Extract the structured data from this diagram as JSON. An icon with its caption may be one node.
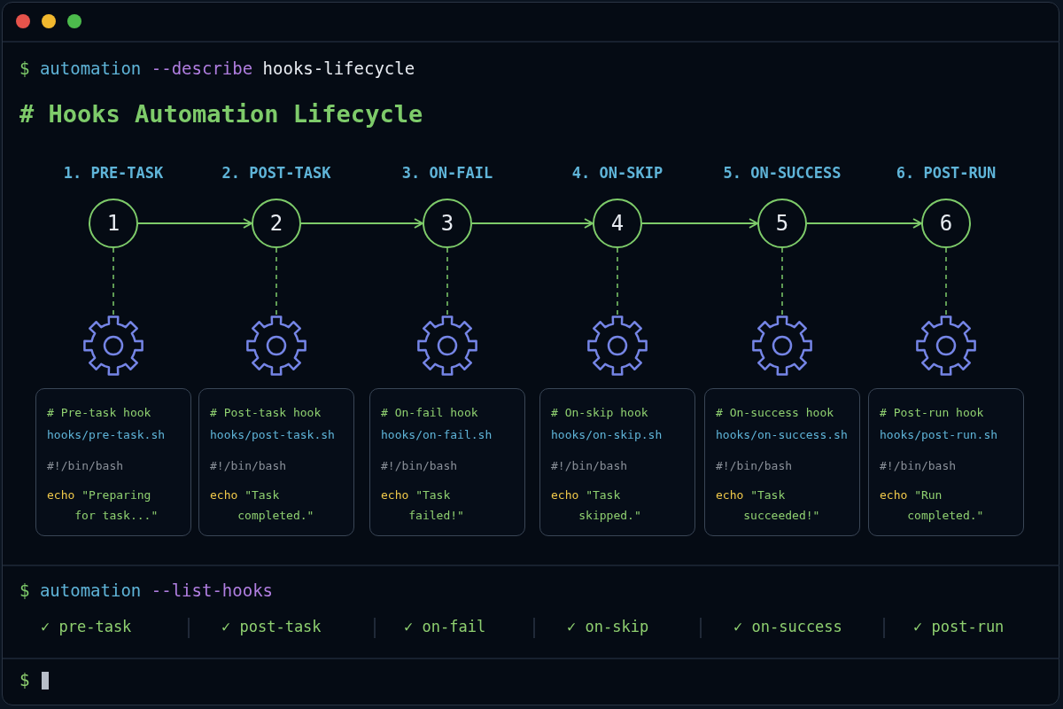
{
  "diagram": {
    "title": "# Hooks Automation Lifecycle",
    "nodes": [
      {
        "text": [
          "1"
        ],
        "beside": [
          "1. PRE-TASK"
        ]
      },
      {
        "text": [
          "2"
        ],
        "beside": [
          "2. POST-TASK"
        ]
      },
      {
        "text": [
          "3"
        ],
        "beside": [
          "3. ON-FAIL"
        ]
      },
      {
        "text": [
          "4"
        ],
        "beside": [
          "4. ON-SKIP"
        ]
      },
      {
        "text": [
          "5"
        ],
        "beside": [
          "5. ON-SUCCESS"
        ]
      },
      {
        "text": [
          "6"
        ],
        "beside": [
          "6. POST-RUN"
        ]
      },
      {
        "text": [],
        "shape": "gear"
      },
      {
        "text": [],
        "shape": "gear"
      },
      {
        "text": [],
        "shape": "gear"
      },
      {
        "text": [],
        "shape": "gear"
      },
      {
        "text": [],
        "shape": "gear"
      },
      {
        "text": [],
        "shape": "gear"
      },
      {
        "text": [
          "# Pre-task hook",
          "hooks/pre-task.sh",
          "#!/bin/bash",
          "echo \"Preparing for task...\""
        ]
      },
      {
        "text": [
          "# Post-task hook",
          "hooks/post-task.sh",
          "#!/bin/bash",
          "echo \"Task completed.\""
        ]
      },
      {
        "text": [
          "# On-fail hook",
          "hooks/on-fail.sh",
          "#!/bin/bash",
          "echo \"Task failed!\""
        ]
      },
      {
        "text": [
          "# On-skip hook",
          "hooks/on-skip.sh",
          "#!/bin/bash",
          "echo \"Task skipped.\""
        ]
      },
      {
        "text": [
          "# On-success hook",
          "hooks/on-success.sh",
          "#!/bin/bash",
          "echo \"Task succeeded!\""
        ]
      },
      {
        "text": [
          "# Post-run hook",
          "hooks/post-run.sh",
          "#!/bin/bash",
          "echo \"Run completed.\""
        ]
      }
    ],
    "edges": [
      {
        "from": 0,
        "to": 1,
        "arrow": "to"
      },
      {
        "from": 1,
        "to": 2,
        "arrow": "to"
      },
      {
        "from": 2,
        "to": 3,
        "arrow": "to"
      },
      {
        "from": 3,
        "to": 4,
        "arrow": "to"
      },
      {
        "from": 4,
        "to": 5,
        "arrow": "to"
      },
      {
        "from": 0,
        "to": 6,
        "arrow": "none",
        "style": "dashed"
      },
      {
        "from": 1,
        "to": 7,
        "arrow": "none",
        "style": "dashed"
      },
      {
        "from": 2,
        "to": 8,
        "arrow": "none",
        "style": "dashed"
      },
      {
        "from": 3,
        "to": 9,
        "arrow": "none",
        "style": "dashed"
      },
      {
        "from": 4,
        "to": 10,
        "arrow": "none",
        "style": "dashed"
      },
      {
        "from": 5,
        "to": 11,
        "arrow": "none",
        "style": "dashed"
      }
    ],
    "labels": [
      "$ automation --describe hooks-lifecycle",
      "$ automation --list-hooks",
      "✓ pre-task",
      "✓ post-task",
      "✓ on-fail",
      "✓ on-skip",
      "✓ on-success",
      "✓ post-run",
      "$"
    ]
  }
}
